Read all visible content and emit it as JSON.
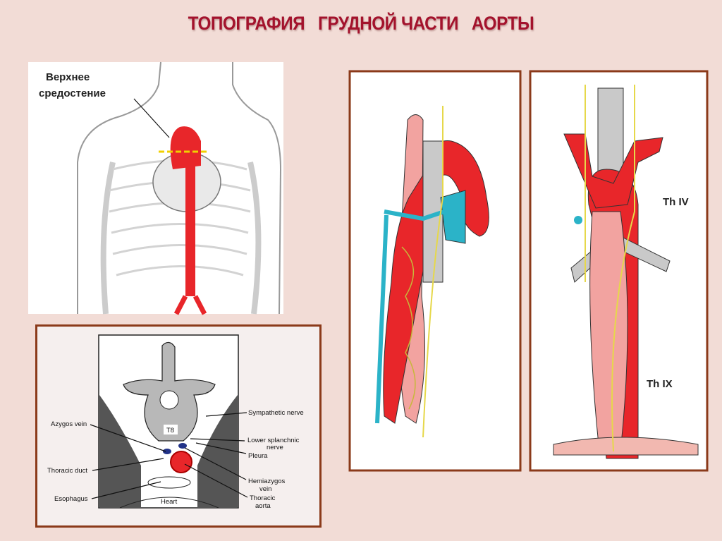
{
  "title": "ТОПОГРАФИЯ   ГРУДНОЙ ЧАСТИ   АОРТЫ",
  "torso_figure": {
    "label_line1": "Верхнее",
    "label_line2": "средостение"
  },
  "cross_section": {
    "vertebra_label": "T8",
    "heart_label": "Heart",
    "labels": {
      "sympathetic_nerve": "Sympathetic nerve",
      "azygos_vein": "Azygos vein",
      "lower_splanchnic_1": "Lower splanchnic",
      "lower_splanchnic_2": "nerve",
      "pleura": "Pleura",
      "thoracic_duct": "Thoracic duct",
      "hemiazygos_1": "Hemiazygos",
      "hemiazygos_2": "vein",
      "esophagus": "Esophagus",
      "thoracic_aorta_1": "Thoracic",
      "thoracic_aorta_2": "aorta"
    }
  },
  "front_view": {
    "level_top": "Th IV",
    "level_bottom": "Th IX"
  },
  "colors": {
    "background": "#f2dcd6",
    "title": "#a3122c",
    "frame": "#8b3a1a",
    "aorta": "#e8262a",
    "esophagus": "#f2a3a0",
    "vein": "#2bb3c8",
    "nerve": "#e6d84a"
  }
}
